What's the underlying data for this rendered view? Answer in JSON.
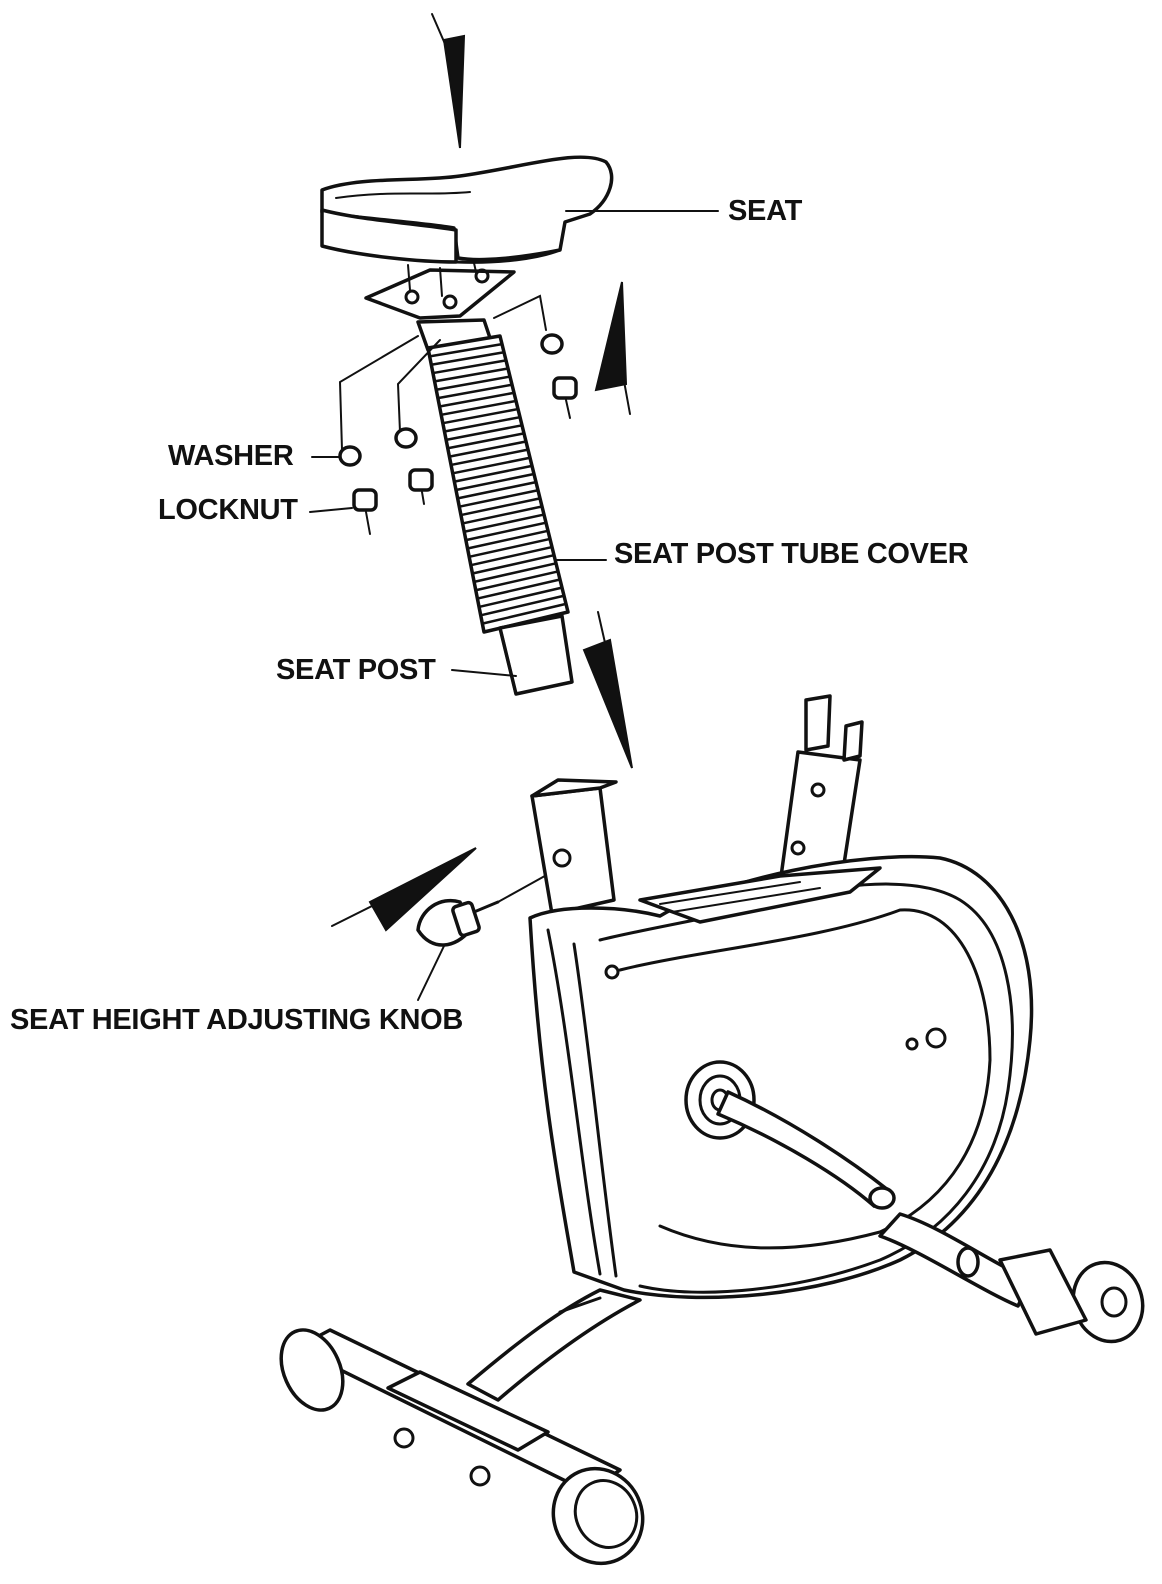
{
  "diagram": {
    "labels": {
      "seat": "SEAT",
      "washer": "WASHER",
      "locknut": "LOCKNUT",
      "seat_post_tube_cover": "SEAT POST TUBE COVER",
      "seat_post": "SEAT POST",
      "seat_height_adjusting_knob": "SEAT HEIGHT ADJUSTING KNOB"
    }
  }
}
